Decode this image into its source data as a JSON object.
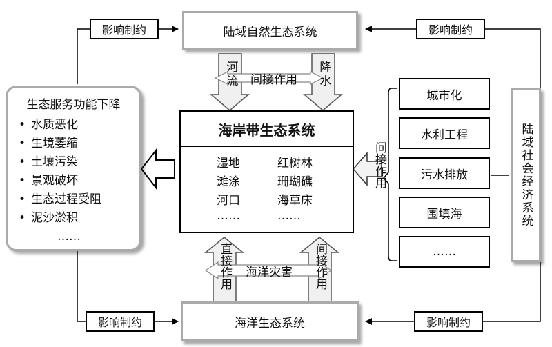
{
  "nodes": {
    "land_natural": "陆域自然生态系统",
    "coastal": "海岸带生态系统",
    "marine": "海洋生态系统",
    "socio": "陆域社会经济系统"
  },
  "influence_labels": [
    "影响制约",
    "影响制约",
    "影响制约",
    "影响制约"
  ],
  "top_arrows": {
    "left": "河流",
    "middle": "间接作用",
    "right": "降水"
  },
  "bottom_arrows": {
    "left": "直接作用",
    "middle": "海洋灾害",
    "right": "间接作用"
  },
  "side_arrow": "间接作用",
  "left_panel": {
    "title": "生态服务功能下降",
    "items": [
      "水质恶化",
      "生境萎缩",
      "土壤污染",
      "景观破坏",
      "生态过程受阻",
      "泥沙淤积",
      "……"
    ]
  },
  "coastal_types": {
    "left": [
      "湿地",
      "滩涂",
      "河口",
      "……"
    ],
    "right": [
      "红树林",
      "珊瑚礁",
      "海草床",
      "……"
    ]
  },
  "drivers": [
    "城市化",
    "水利工程",
    "污水排放",
    "围填海",
    "……"
  ]
}
